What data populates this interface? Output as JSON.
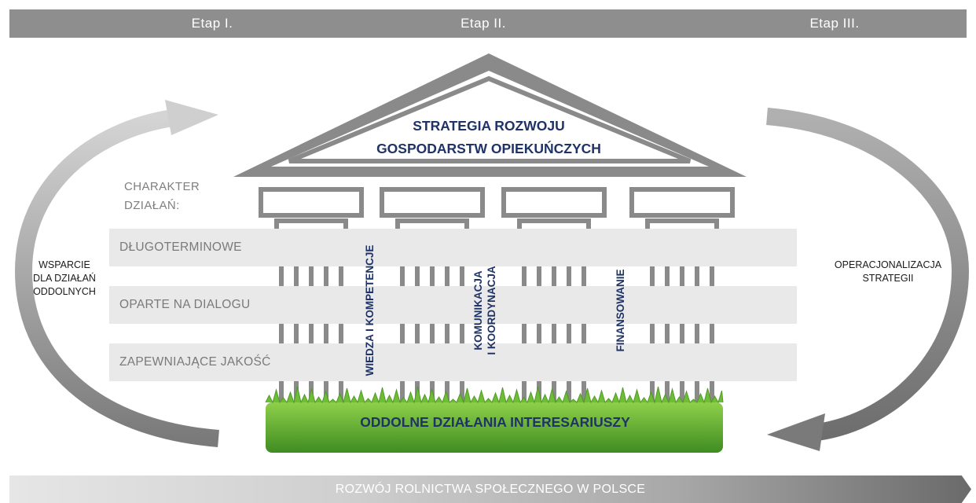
{
  "stages": [
    "Etap I.",
    "Etap II.",
    "Etap III."
  ],
  "roof_title": "STRATEGIA ROZWOJU\nGOSPODARSTW OPIEKUŃCZYCH",
  "character_label": "CHARAKTER\nDZIAŁAŃ:",
  "bands": [
    "DŁUGOTERMINOWE",
    "OPARTE NA DIALOGU",
    "ZAPEWNIAJĄCE JAKOŚĆ"
  ],
  "pillars": [
    "WIEDZA I KOMPETENCJE",
    "KOMUNIKACJA\nI KOORDYNACJA",
    "FINANSOWANIE"
  ],
  "left_label": "WSPARCIE\nDLA DZIAŁAŃ\nODDOLNYCH",
  "right_label": "OPERACJONALIZACJA\nSTRATEGII",
  "foundation": "ODDOLNE DZIAŁANIA INTERESARIUSZY",
  "bottom_banner": "ROZWÓJ ROLNICTWA SPOŁECZNEGO W POLSCE",
  "colors": {
    "title_text": "#1f3366",
    "grass": "#5da82e",
    "frame": "#8a8a8a"
  }
}
